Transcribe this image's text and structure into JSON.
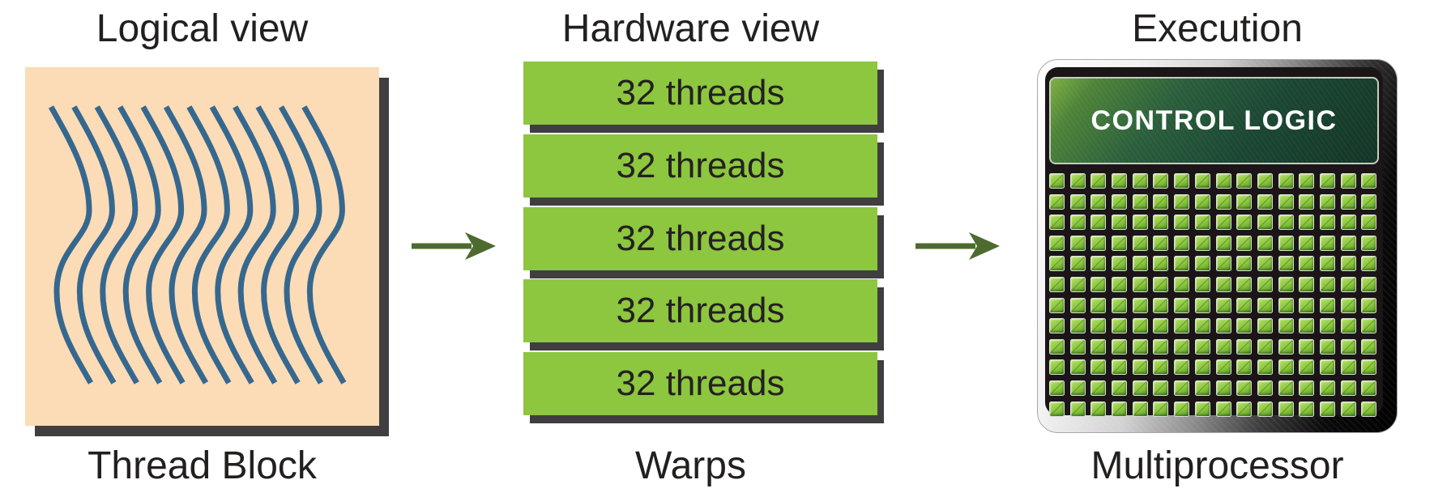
{
  "sections": {
    "logical": {
      "title": "Logical view",
      "caption": "Thread Block",
      "thread_lines": 12
    },
    "hardware": {
      "title": "Hardware view",
      "caption": "Warps",
      "warps": [
        "32 threads",
        "32 threads",
        "32 threads",
        "32 threads",
        "32 threads"
      ]
    },
    "execution": {
      "title": "Execution",
      "caption": "Multiprocessor",
      "control_logic": "CONTROL LOGIC",
      "cores": {
        "columns": 16,
        "rows": 12
      }
    }
  },
  "colors": {
    "thread_block_fill": "#fcdcb6",
    "thread_line": "#36688f",
    "warp_fill": "#8dc63f",
    "shadow": "#403e40",
    "arrow": "#4d6b2e",
    "label_text": "#221f1f",
    "control_logic_text": "#ffffff",
    "core_green": "#8dc63f",
    "chip_panel": "#1b1518"
  }
}
